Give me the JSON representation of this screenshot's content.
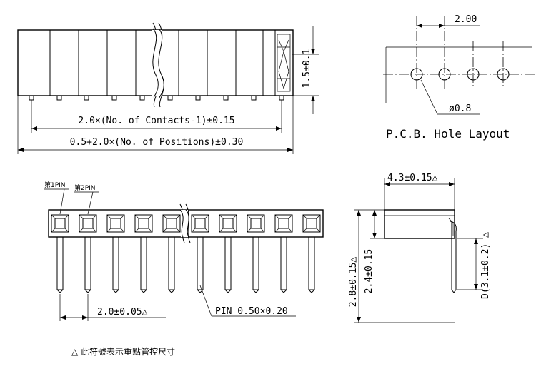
{
  "top_view": {
    "dim_pitch_total": "2.0×(No. of Contacts-1)±0.15",
    "dim_overall": "0.5+2.0×(No. of Positions)±0.30",
    "dim_height": "1.5±0.1"
  },
  "pcb_layout": {
    "dim_pitch": "2.00",
    "dim_hole": "ø0.8",
    "caption": "P.C.B. Hole Layout"
  },
  "front_view": {
    "label_pin1": "第1PIN",
    "label_pin2": "第2PIN",
    "dim_pitch": "2.0±0.05△",
    "dim_pin": "PIN 0.50×0.20"
  },
  "side_view": {
    "dim_width": "4.3±0.15△",
    "dim_total_height": "2.8±0.15△",
    "dim_body_height": "2.4±0.15",
    "dim_tail": "D(3.1±0.2) △"
  },
  "footnote": "△ 此符號表示重點管控尺寸"
}
